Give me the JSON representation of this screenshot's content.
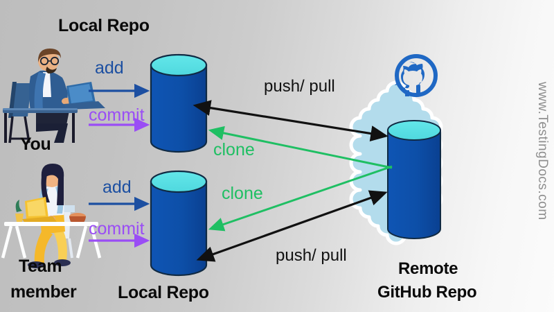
{
  "diagram": {
    "topic": "Git workflow: Local Repo and Remote GitHub Repo",
    "background_gradient": [
      "#bdbdbd",
      "#fbfbfb"
    ]
  },
  "labels": {
    "local_repo_top": "Local Repo",
    "local_repo_bottom": "Local Repo",
    "you": "You",
    "team_line1": "Team",
    "team_line2": "member",
    "remote_line1": "Remote",
    "remote_line2": "GitHub Repo"
  },
  "commands": {
    "add_top": "add",
    "commit_top": "commit",
    "add_bottom": "add",
    "commit_bottom": "commit",
    "clone_top": "clone",
    "clone_bottom": "clone",
    "push_pull_top": "push/ pull",
    "push_pull_bottom": "push/ pull"
  },
  "watermark": "www.TestingDocs.com",
  "icons": {
    "github": "github-octocat-icon",
    "cloud": "cloud-icon",
    "database_top": "database-cylinder-icon",
    "database_bottom": "database-cylinder-icon",
    "database_remote": "database-cylinder-icon",
    "person_you": "person-at-laptop-icon",
    "person_team": "person-at-desk-icon"
  },
  "colors": {
    "cylinder_body": "#0d4fa8",
    "cylinder_body_dark": "#0b4391",
    "cylinder_top": "#5ce1e6",
    "cloud": "#b3dcec",
    "arrow_add": "#1c4fa1",
    "arrow_commit": "#9a4df5",
    "arrow_clone": "#1fbf63",
    "arrow_push_pull": "#111111",
    "github_blue": "#1f68c4",
    "text_dark": "#0a0a0a",
    "watermark_gray": "#8e8e8e"
  },
  "arrows": [
    {
      "name": "add-top",
      "from": "You",
      "to": "Local Repo (top)",
      "label": "add",
      "color": "#1c4fa1",
      "heads": 1
    },
    {
      "name": "commit-top",
      "from": "You",
      "to": "Local Repo (top)",
      "label": "commit",
      "color": "#9a4df5",
      "heads": 1
    },
    {
      "name": "add-bottom",
      "from": "Team member",
      "to": "Local Repo (bottom)",
      "label": "add",
      "color": "#1c4fa1",
      "heads": 1
    },
    {
      "name": "commit-bottom",
      "from": "Team member",
      "to": "Local Repo (bottom)",
      "label": "commit",
      "color": "#9a4df5",
      "heads": 1
    },
    {
      "name": "push-pull-top",
      "from": "Local Repo (top)",
      "to": "Remote GitHub Repo",
      "label": "push/ pull",
      "color": "#111111",
      "heads": 2
    },
    {
      "name": "push-pull-bottom",
      "from": "Local Repo (bottom)",
      "to": "Remote GitHub Repo",
      "label": "push/ pull",
      "color": "#111111",
      "heads": 2
    },
    {
      "name": "clone-top",
      "from": "Remote GitHub Repo",
      "to": "Local Repo (top)",
      "label": "clone",
      "color": "#1fbf63",
      "heads": 1
    },
    {
      "name": "clone-bottom",
      "from": "Remote GitHub Repo",
      "to": "Local Repo (bottom)",
      "label": "clone",
      "color": "#1fbf63",
      "heads": 1
    }
  ]
}
